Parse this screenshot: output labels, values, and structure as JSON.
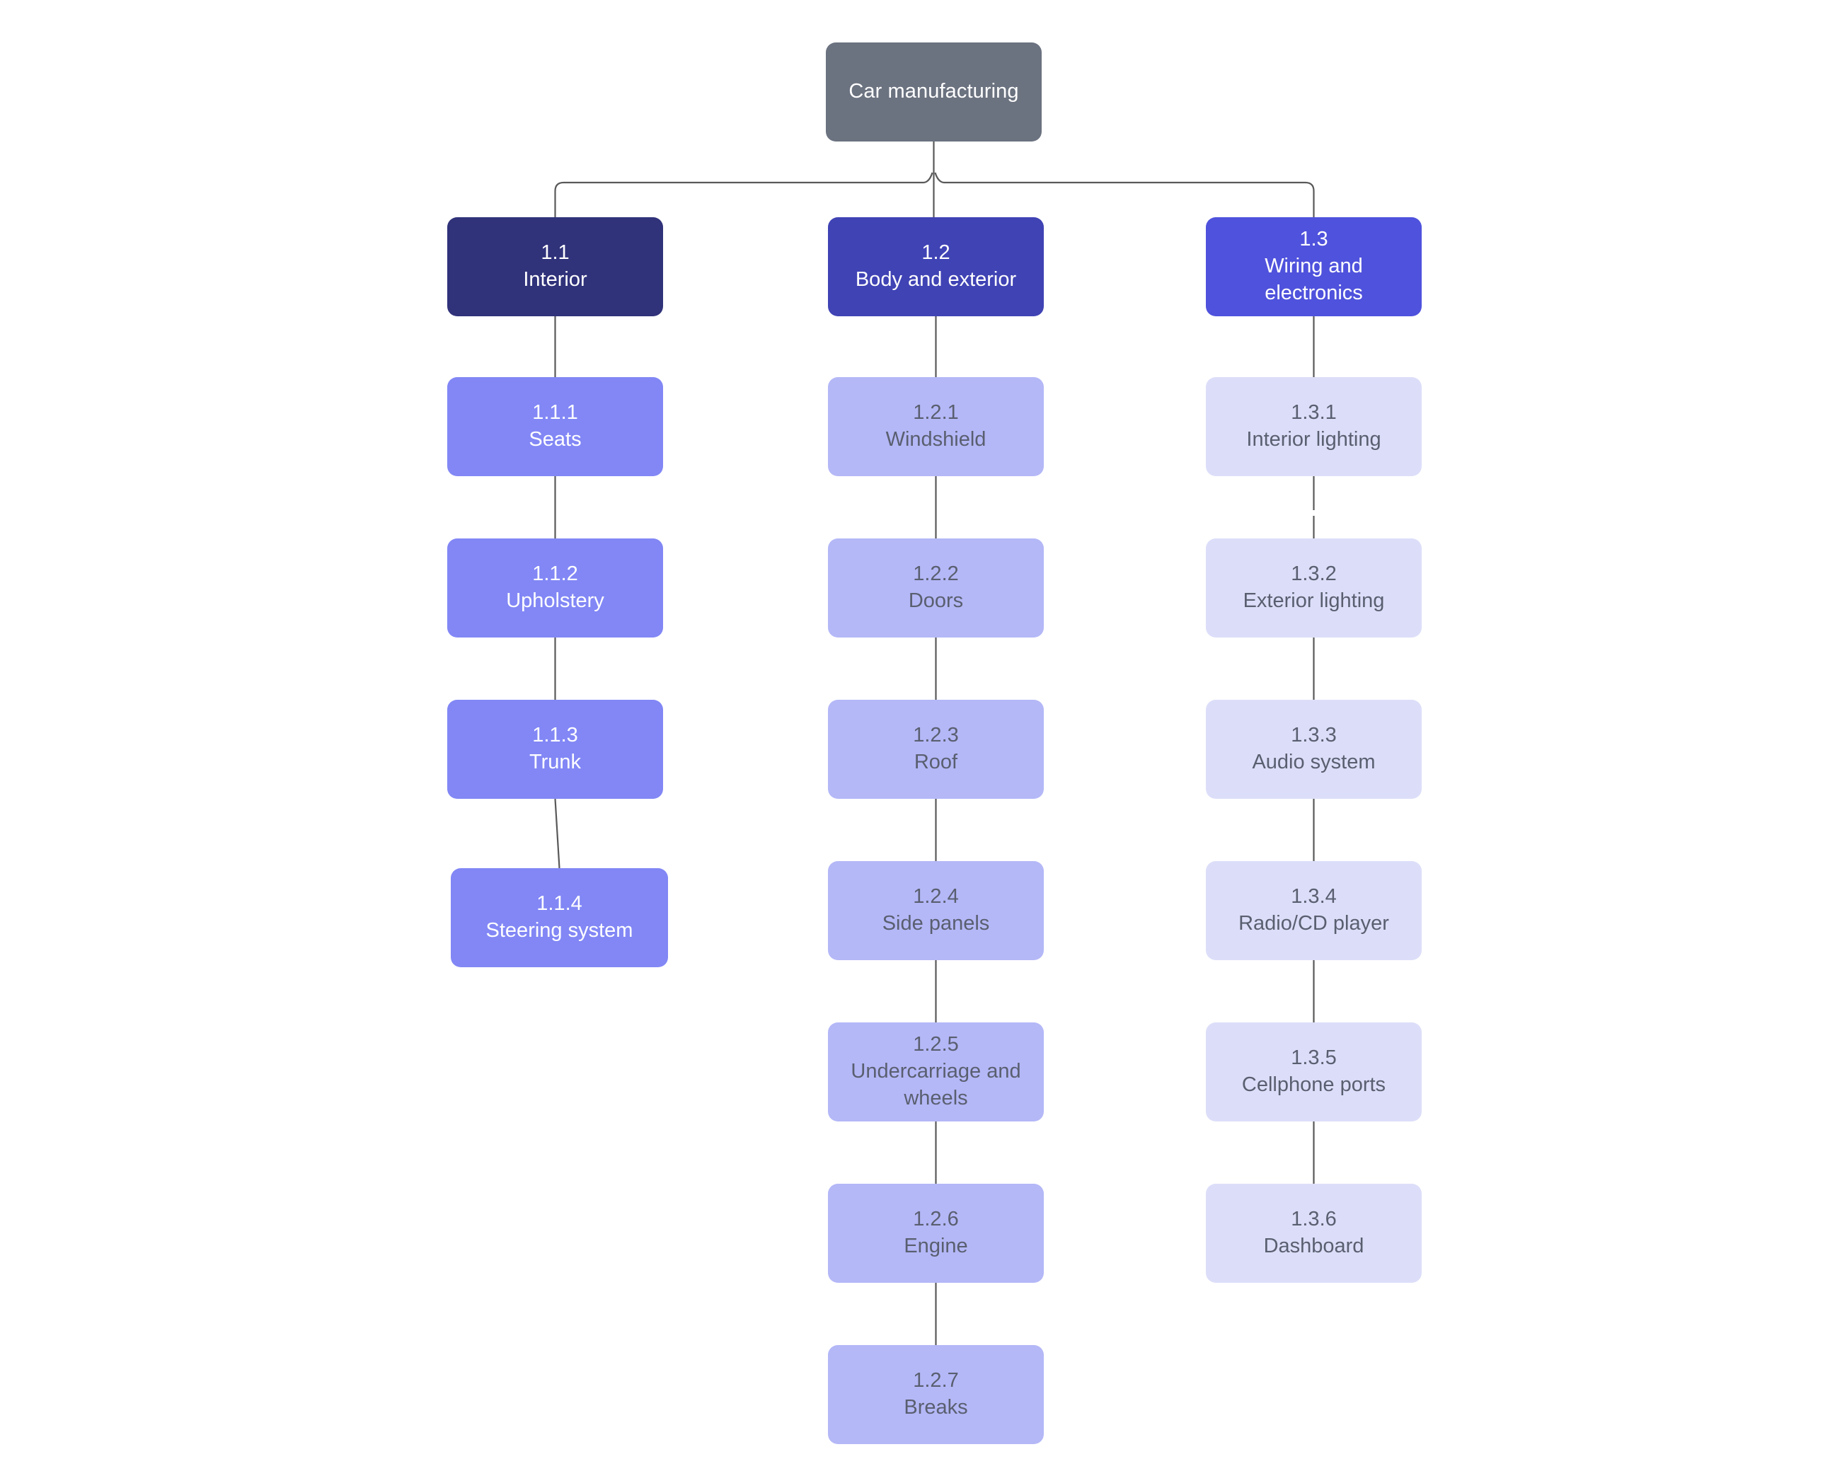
{
  "diagram": {
    "type": "work-breakdown-structure",
    "background_color": "#ffffff",
    "connector_color": "#595959",
    "root": {
      "code": "",
      "title": "Car manufacturing",
      "fill": "#6b7280",
      "text_color": "#ffffff"
    },
    "branches": [
      {
        "code": "1.1",
        "title": "Interior",
        "fill": "#30327a",
        "text_color": "#ffffff",
        "child_fill": "#8287f5",
        "child_text_color": "#ffffff",
        "children": [
          {
            "code": "1.1.1",
            "title": "Seats"
          },
          {
            "code": "1.1.2",
            "title": "Upholstery"
          },
          {
            "code": "1.1.3",
            "title": "Trunk"
          },
          {
            "code": "1.1.4",
            "title": "Steering system"
          }
        ]
      },
      {
        "code": "1.2",
        "title": "Body and exterior",
        "fill": "#4043b4",
        "text_color": "#ffffff",
        "child_fill": "#b4b8f7",
        "child_text_color": "#5a5f70",
        "children": [
          {
            "code": "1.2.1",
            "title": "Windshield"
          },
          {
            "code": "1.2.2",
            "title": "Doors"
          },
          {
            "code": "1.2.3",
            "title": "Roof"
          },
          {
            "code": "1.2.4",
            "title": "Side panels"
          },
          {
            "code": "1.2.5",
            "title": "Undercarriage and wheels"
          },
          {
            "code": "1.2.6",
            "title": "Engine"
          },
          {
            "code": "1.2.7",
            "title": "Breaks"
          }
        ]
      },
      {
        "code": "1.3",
        "title": "Wiring and electronics",
        "fill": "#4f52dc",
        "text_color": "#ffffff",
        "child_fill": "#dcdef9",
        "child_text_color": "#5a5f70",
        "children": [
          {
            "code": "1.3.1",
            "title": "Interior lighting"
          },
          {
            "code": "1.3.2",
            "title": "Exterior lighting"
          },
          {
            "code": "1.3.3",
            "title": "Audio system"
          },
          {
            "code": "1.3.4",
            "title": "Radio/CD player"
          },
          {
            "code": "1.3.5",
            "title": "Cellphone ports"
          },
          {
            "code": "1.3.6",
            "title": "Dashboard"
          }
        ]
      }
    ]
  }
}
